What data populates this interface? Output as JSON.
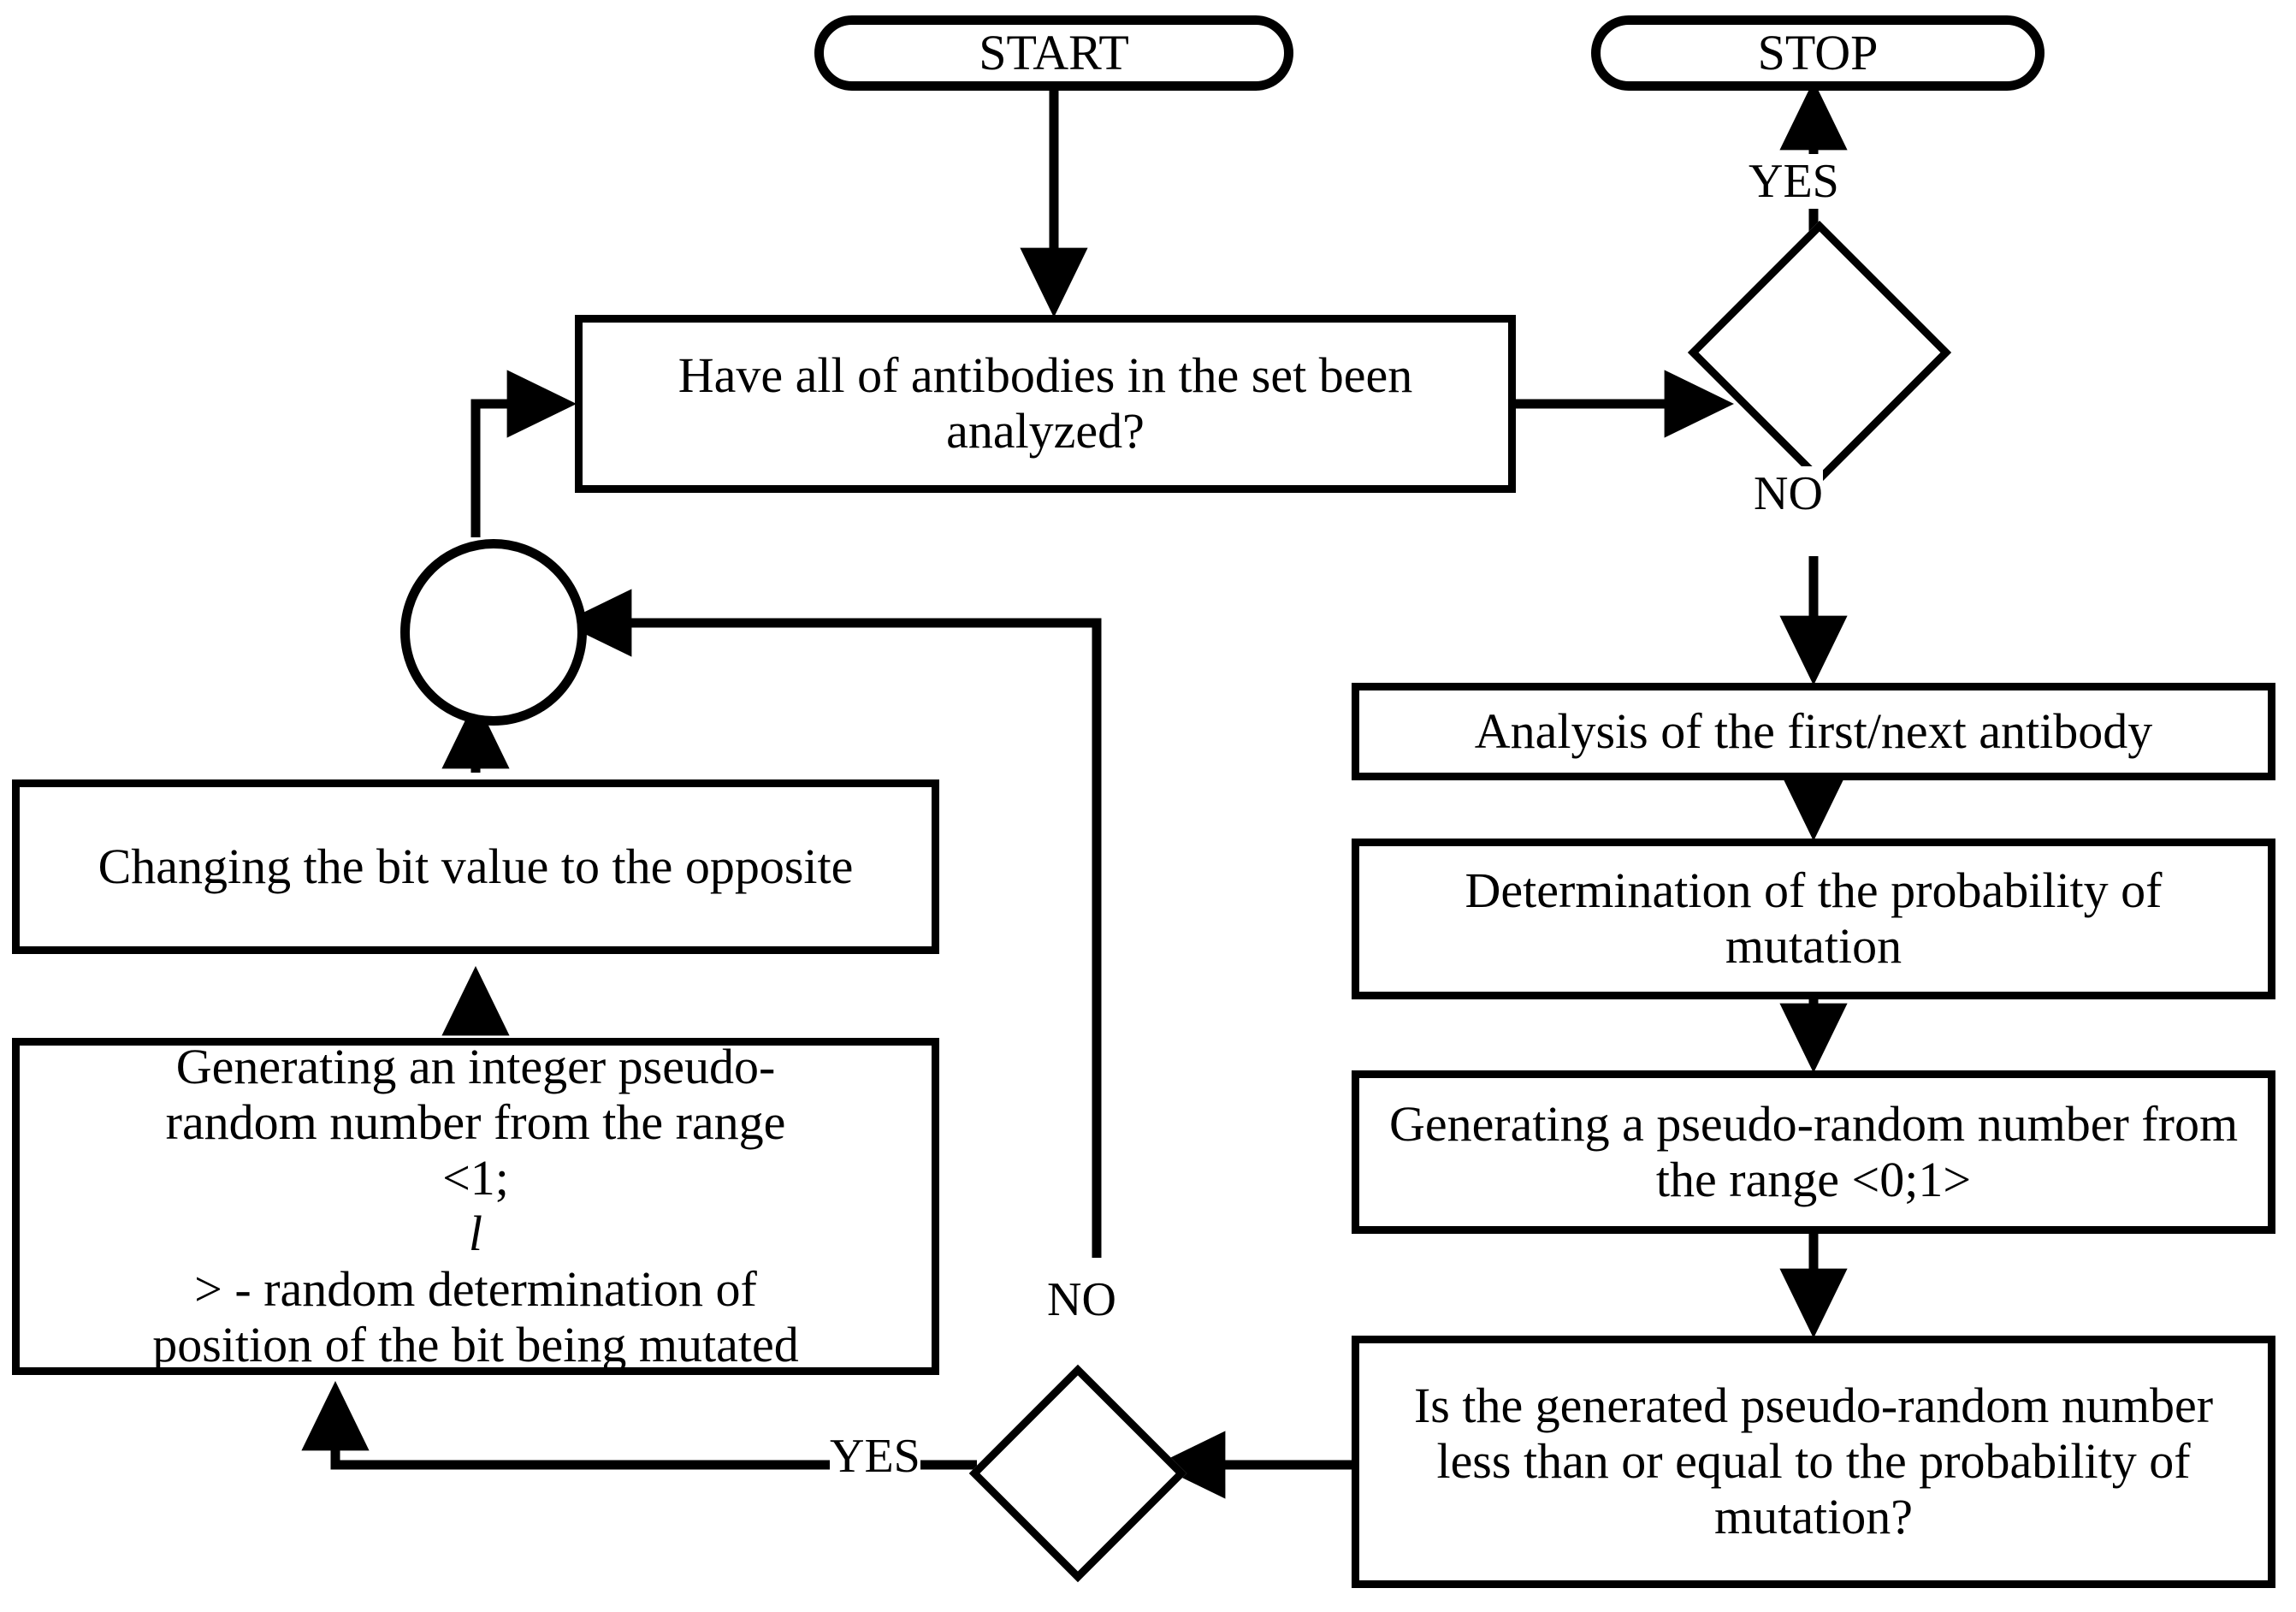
{
  "diagram": {
    "type": "flowchart",
    "title": "Mutation operator flowchart",
    "background_color": "#ffffff",
    "line_color": "#000000"
  },
  "nodes": {
    "start": {
      "label": "START",
      "shape": "terminal"
    },
    "stop": {
      "label": "STOP",
      "shape": "terminal"
    },
    "all_analyzed": {
      "label": "Have all of antibodies in the set been analyzed?",
      "shape": "process"
    },
    "decision_top": {
      "label": "",
      "shape": "decision"
    },
    "analysis_antibody": {
      "label": "Analysis of the first/next antibody",
      "shape": "process"
    },
    "determination_prob": {
      "label": "Determination of the probability of mutation",
      "shape": "process"
    },
    "generate_prn": {
      "label": "Generating a pseudo-random number from the range <0;1>",
      "shape": "process"
    },
    "compare_prn": {
      "label": "Is the generated pseudo-random number less than or equal to the probability of mutation?",
      "shape": "process"
    },
    "decision_bottom": {
      "label": "",
      "shape": "decision"
    },
    "generate_int": {
      "line1": "Generating an integer pseudo-",
      "line2": "random number from the range",
      "line3_pre": "<1;",
      "line3_italic": "l",
      "line3_post": "> - random determination of",
      "line4": "position of the bit being mutated",
      "shape": "process"
    },
    "change_bit": {
      "label": "Changing the bit value to the opposite",
      "shape": "process"
    },
    "junction": {
      "label": "",
      "shape": "connector-circle"
    }
  },
  "edge_labels": {
    "yes_top": "YES",
    "no_top": "NO",
    "no_bottom": "NO",
    "yes_bottom": "YES"
  }
}
